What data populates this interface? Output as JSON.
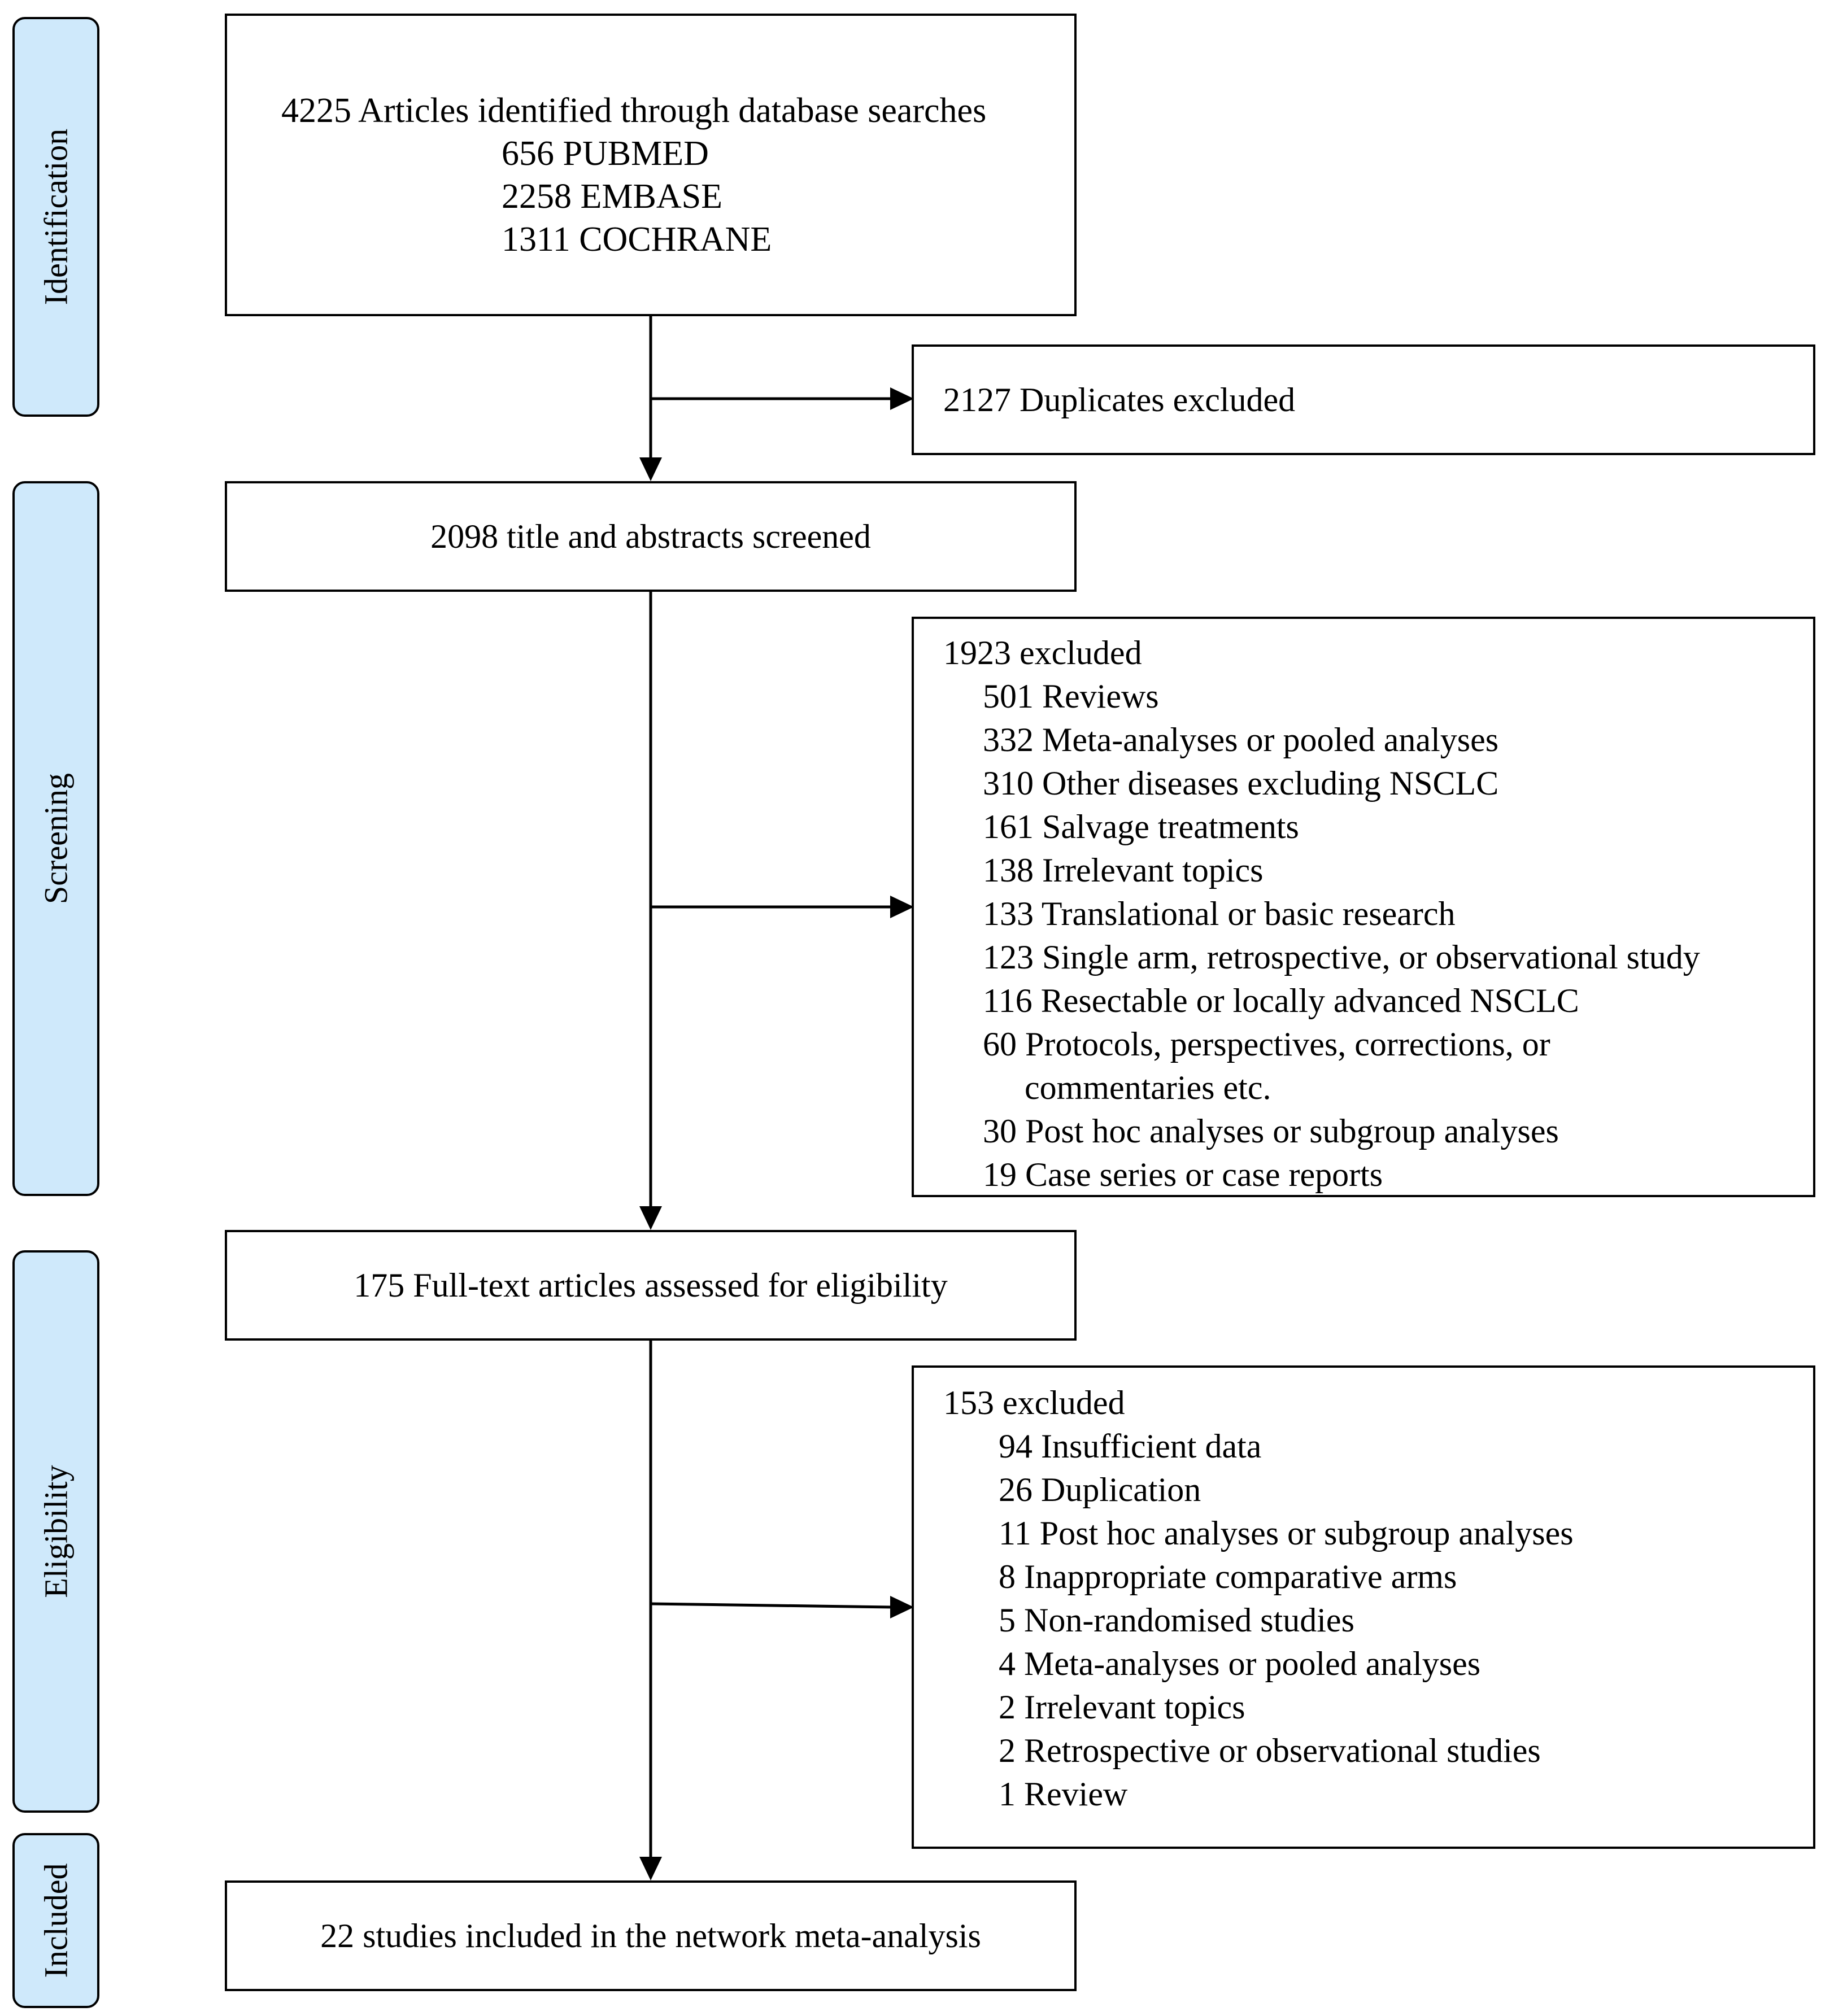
{
  "phases": {
    "identification": "Identification",
    "screening": "Screening",
    "eligibility": "Eligibility",
    "included": "Included"
  },
  "identified": {
    "main": "4225 Articles identified through database searches",
    "sources": [
      "656 PUBMED",
      "2258 EMBASE",
      "1311 COCHRANE"
    ]
  },
  "duplicates": "2127 Duplicates excluded",
  "screened": "2098 title and abstracts screened",
  "screening_excluded": {
    "header": "1923 excluded",
    "items": [
      "501 Reviews",
      "332 Meta-analyses or pooled analyses",
      "310 Other diseases excluding NSCLC",
      "161 Salvage treatments",
      "138 Irrelevant topics",
      "133 Translational or basic research",
      "123 Single arm, retrospective, or observational study",
      "116 Resectable or locally advanced NSCLC",
      "60 Protocols, perspectives, corrections, or",
      "commentaries etc.",
      "30 Post hoc analyses or subgroup analyses",
      "19 Case series or case reports"
    ]
  },
  "fulltext": "175 Full-text articles assessed for eligibility",
  "eligibility_excluded": {
    "header": "153 excluded",
    "items": [
      "94 Insufficient data",
      "26 Duplication",
      "11 Post hoc analyses or subgroup analyses",
      "8 Inappropriate comparative arms",
      "5 Non-randomised studies",
      "4 Meta-analyses or pooled analyses",
      "2 Irrelevant topics",
      "2 Retrospective or observational studies",
      "1 Review"
    ]
  },
  "included": "22 studies included in the network meta-analysis"
}
